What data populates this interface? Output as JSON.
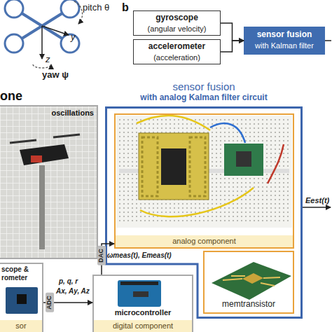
{
  "diagram": {
    "nodes": [
      {
        "text": [
          "gyroscope",
          "(angular velocity)"
        ]
      },
      {
        "text": [
          "accelerometer",
          "(acceleration)"
        ]
      },
      {
        "text": [
          "sensor fusion",
          "with Kalman filter"
        ]
      },
      {
        "text": [
          "sensor fusion",
          "with analog Kalman filter circuit"
        ]
      },
      {
        "text": [
          "analog component"
        ],
        "in": 3
      },
      {
        "text": [
          "memtransistor"
        ],
        "in": 3
      },
      {
        "text": [
          "microcontroller",
          "digital component"
        ]
      },
      {
        "text": [
          "scope & rometer",
          "sor"
        ]
      },
      {
        "text": [
          "one",
          "oscillations"
        ]
      }
    ],
    "edges": [
      {
        "from": 0,
        "to": 2,
        "arrow": "to"
      },
      {
        "from": 1,
        "to": 2,
        "arrow": "to"
      },
      {
        "from": 7,
        "to": 6,
        "label": "ADC",
        "arrow": "to"
      },
      {
        "from": 6,
        "to": 4,
        "label": "DAC",
        "arrow": "to"
      }
    ],
    "labels": [
      "pitch θ",
      "y",
      "z",
      "yaw ψ",
      "b",
      "p, q, r",
      "Ax, Ay, Az",
      "ωmeas(t), Emeas(t)",
      "Eest(t)"
    ]
  }
}
